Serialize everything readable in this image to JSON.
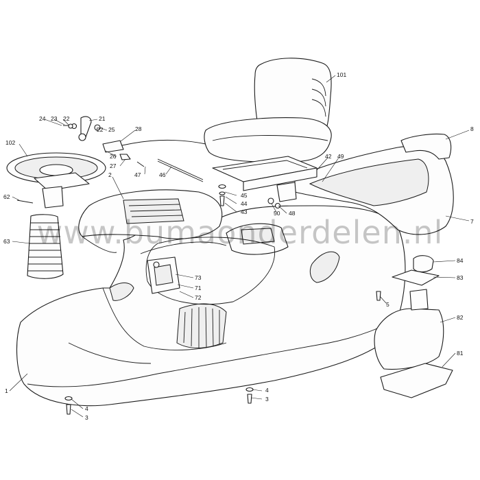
{
  "watermark": "www.bumaonderdelen.nl",
  "labels": {
    "p1": "1",
    "p2": "2",
    "p3a": "3",
    "p3b": "3",
    "p4a": "4",
    "p4b": "4",
    "p5": "5",
    "p7": "7",
    "p8": "8",
    "p21": "21",
    "p22a": "22",
    "p22b": "22",
    "p23": "23",
    "p24": "24",
    "p25": "25",
    "p26": "26",
    "p27": "27",
    "p28": "28",
    "p42": "42",
    "p43": "43",
    "p44": "44",
    "p45": "45",
    "p46": "46",
    "p47": "47",
    "p48": "48",
    "p49": "49",
    "p50": "50",
    "p62": "62",
    "p63": "63",
    "p71": "71",
    "p72": "72",
    "p73": "73",
    "p81": "81",
    "p82": "82",
    "p83": "83",
    "p84": "84",
    "p101": "101",
    "p102": "102"
  }
}
